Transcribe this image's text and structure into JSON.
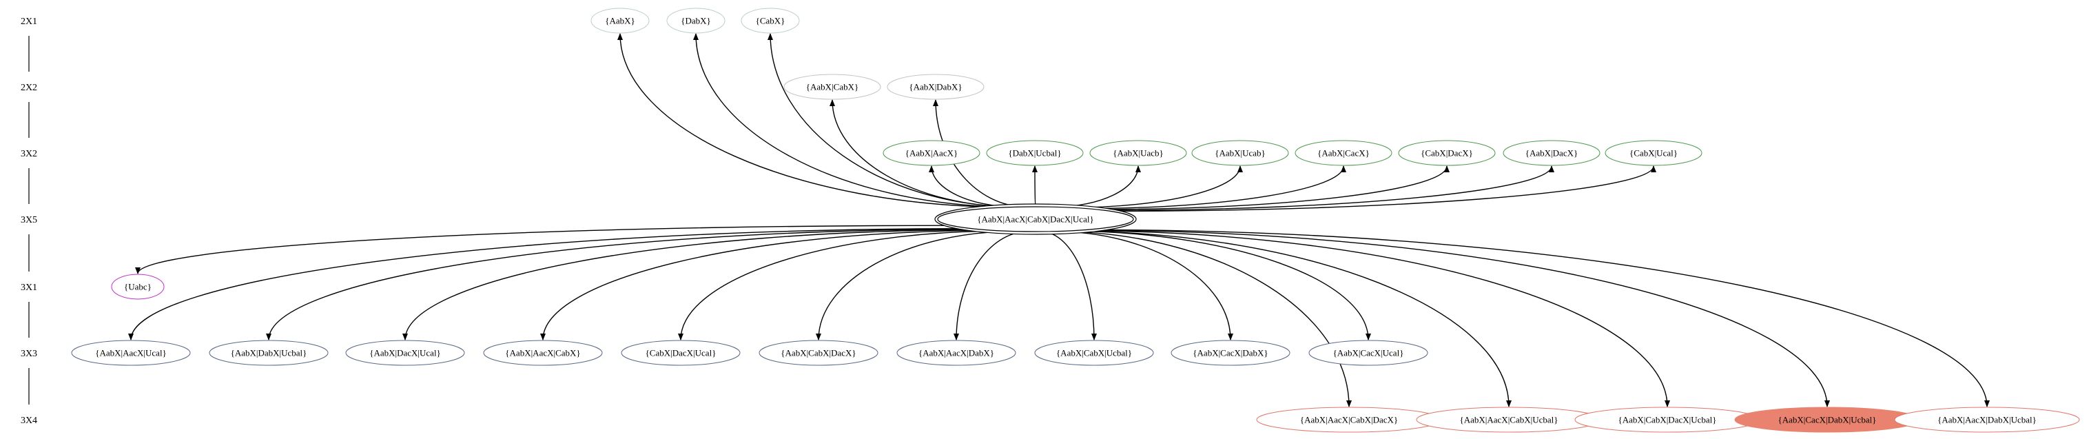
{
  "colors": {
    "background": "#ffffff",
    "edge": "#000000",
    "text": "#000000",
    "rank_separator": "#000000",
    "root_node": "#000000",
    "top_rank_nodes": "#bccfc9",
    "second_rank_nodes": "#c4c4c4",
    "green_nodes": "#4f9a4f",
    "magenta_node": "#c02fc8",
    "slate_nodes": "#5c6a86",
    "salmon_nodes": "#e0786a",
    "highlight_fill": "#e9836f"
  },
  "ranks": [
    {
      "id": "r2x1",
      "label": "2X1"
    },
    {
      "id": "r2x2",
      "label": "2X2"
    },
    {
      "id": "r3x2",
      "label": "3X2"
    },
    {
      "id": "r3x5",
      "label": "3X5"
    },
    {
      "id": "r3x1",
      "label": "3X1"
    },
    {
      "id": "r3x3",
      "label": "3X3"
    },
    {
      "id": "r3x4",
      "label": "3X4"
    }
  ],
  "nodes": [
    {
      "id": "n_aab",
      "rank": "r2x1",
      "label": "{AabX}",
      "style": "top"
    },
    {
      "id": "n_dab",
      "rank": "r2x1",
      "label": "{DabX}",
      "style": "top"
    },
    {
      "id": "n_cab",
      "rank": "r2x1",
      "label": "{CabX}",
      "style": "top"
    },
    {
      "id": "n_aab_cab",
      "rank": "r2x2",
      "label": "{AabX|CabX}",
      "style": "second"
    },
    {
      "id": "n_aab_dab",
      "rank": "r2x2",
      "label": "{AabX|DabX}",
      "style": "second"
    },
    {
      "id": "n_aab_aac",
      "rank": "r3x2",
      "label": "{AabX|AacX}",
      "style": "green"
    },
    {
      "id": "n_dab_ucbal",
      "rank": "r3x2",
      "label": "{DabX|Ucbal}",
      "style": "green"
    },
    {
      "id": "n_aab_uacb",
      "rank": "r3x2",
      "label": "{AabX|Uacb}",
      "style": "green"
    },
    {
      "id": "n_aab_ucab",
      "rank": "r3x2",
      "label": "{AabX|Ucab}",
      "style": "green"
    },
    {
      "id": "n_aab_cac",
      "rank": "r3x2",
      "label": "{AabX|CacX}",
      "style": "green"
    },
    {
      "id": "n_cab_dac",
      "rank": "r3x2",
      "label": "{CabX|DacX}",
      "style": "green"
    },
    {
      "id": "n_aab_dac",
      "rank": "r3x2",
      "label": "{AabX|DacX}",
      "style": "green"
    },
    {
      "id": "n_cab_ucal",
      "rank": "r3x2",
      "label": "{CabX|Ucal}",
      "style": "green"
    },
    {
      "id": "n_root",
      "rank": "r3x5",
      "label": "{AabX|AacX|CabX|DacX|Ucal}",
      "style": "root"
    },
    {
      "id": "n_uabc",
      "rank": "r3x1",
      "label": "{Uabc}",
      "style": "magenta"
    },
    {
      "id": "n_aab_aac_ucal",
      "rank": "r3x3",
      "label": "{AabX|AacX|Ucal}",
      "style": "slate"
    },
    {
      "id": "n_aab_dab_ucbal",
      "rank": "r3x3",
      "label": "{AabX|DabX|Ucbal}",
      "style": "slate"
    },
    {
      "id": "n_aab_dac_ucal",
      "rank": "r3x3",
      "label": "{AabX|DacX|Ucal}",
      "style": "slate"
    },
    {
      "id": "n_aab_aac_cab",
      "rank": "r3x3",
      "label": "{AabX|AacX|CabX}",
      "style": "slate"
    },
    {
      "id": "n_cab_dac_ucal",
      "rank": "r3x3",
      "label": "{CabX|DacX|Ucal}",
      "style": "slate"
    },
    {
      "id": "n_aab_cab_dac",
      "rank": "r3x3",
      "label": "{AabX|CabX|DacX}",
      "style": "slate"
    },
    {
      "id": "n_aab_aac_dab",
      "rank": "r3x3",
      "label": "{AabX|AacX|DabX}",
      "style": "slate"
    },
    {
      "id": "n_aab_cab_ucbal",
      "rank": "r3x3",
      "label": "{AabX|CabX|Ucbal}",
      "style": "slate"
    },
    {
      "id": "n_aab_cac_dab",
      "rank": "r3x3",
      "label": "{AabX|CacX|DabX}",
      "style": "slate"
    },
    {
      "id": "n_aab_cac_ucal",
      "rank": "r3x3",
      "label": "{AabX|CacX|Ucal}",
      "style": "slate"
    },
    {
      "id": "n_aab_aac_cab_dac",
      "rank": "r3x4",
      "label": "{AabX|AacX|CabX|DacX}",
      "style": "salmon"
    },
    {
      "id": "n_aab_aac_cab_ucbal",
      "rank": "r3x4",
      "label": "{AabX|AacX|CabX|Ucbal}",
      "style": "salmon"
    },
    {
      "id": "n_aab_cab_dac_ucbal",
      "rank": "r3x4",
      "label": "{AabX|CabX|DacX|Ucbal}",
      "style": "salmon"
    },
    {
      "id": "n_aab_cac_dab_ucbal",
      "rank": "r3x4",
      "label": "{AabX|CacX|DabX|Ucbal}",
      "style": "highlight"
    },
    {
      "id": "n_aab_aac_dab_ucbal",
      "rank": "r3x4",
      "label": "{AabX|AacX|DabX|Ucbal}",
      "style": "salmon"
    }
  ],
  "edges": [
    {
      "from": "n_root",
      "to": "n_aab"
    },
    {
      "from": "n_root",
      "to": "n_dab"
    },
    {
      "from": "n_root",
      "to": "n_cab"
    },
    {
      "from": "n_root",
      "to": "n_aab_cab"
    },
    {
      "from": "n_root",
      "to": "n_aab_dab"
    },
    {
      "from": "n_root",
      "to": "n_aab_aac"
    },
    {
      "from": "n_root",
      "to": "n_dab_ucbal"
    },
    {
      "from": "n_root",
      "to": "n_aab_uacb"
    },
    {
      "from": "n_root",
      "to": "n_aab_ucab"
    },
    {
      "from": "n_root",
      "to": "n_aab_cac"
    },
    {
      "from": "n_root",
      "to": "n_cab_dac"
    },
    {
      "from": "n_root",
      "to": "n_aab_dac"
    },
    {
      "from": "n_root",
      "to": "n_cab_ucal"
    },
    {
      "from": "n_root",
      "to": "n_uabc"
    },
    {
      "from": "n_root",
      "to": "n_aab_aac_ucal"
    },
    {
      "from": "n_root",
      "to": "n_aab_dab_ucbal"
    },
    {
      "from": "n_root",
      "to": "n_aab_dac_ucal"
    },
    {
      "from": "n_root",
      "to": "n_aab_aac_cab"
    },
    {
      "from": "n_root",
      "to": "n_cab_dac_ucal"
    },
    {
      "from": "n_root",
      "to": "n_aab_cab_dac"
    },
    {
      "from": "n_root",
      "to": "n_aab_aac_dab"
    },
    {
      "from": "n_root",
      "to": "n_aab_cab_ucbal"
    },
    {
      "from": "n_root",
      "to": "n_aab_cac_dab"
    },
    {
      "from": "n_root",
      "to": "n_aab_cac_ucal"
    },
    {
      "from": "n_root",
      "to": "n_aab_aac_cab_dac"
    },
    {
      "from": "n_root",
      "to": "n_aab_aac_cab_ucbal"
    },
    {
      "from": "n_root",
      "to": "n_aab_cab_dac_ucbal"
    },
    {
      "from": "n_root",
      "to": "n_aab_cac_dab_ucbal"
    },
    {
      "from": "n_root",
      "to": "n_aab_aac_dab_ucbal"
    }
  ]
}
